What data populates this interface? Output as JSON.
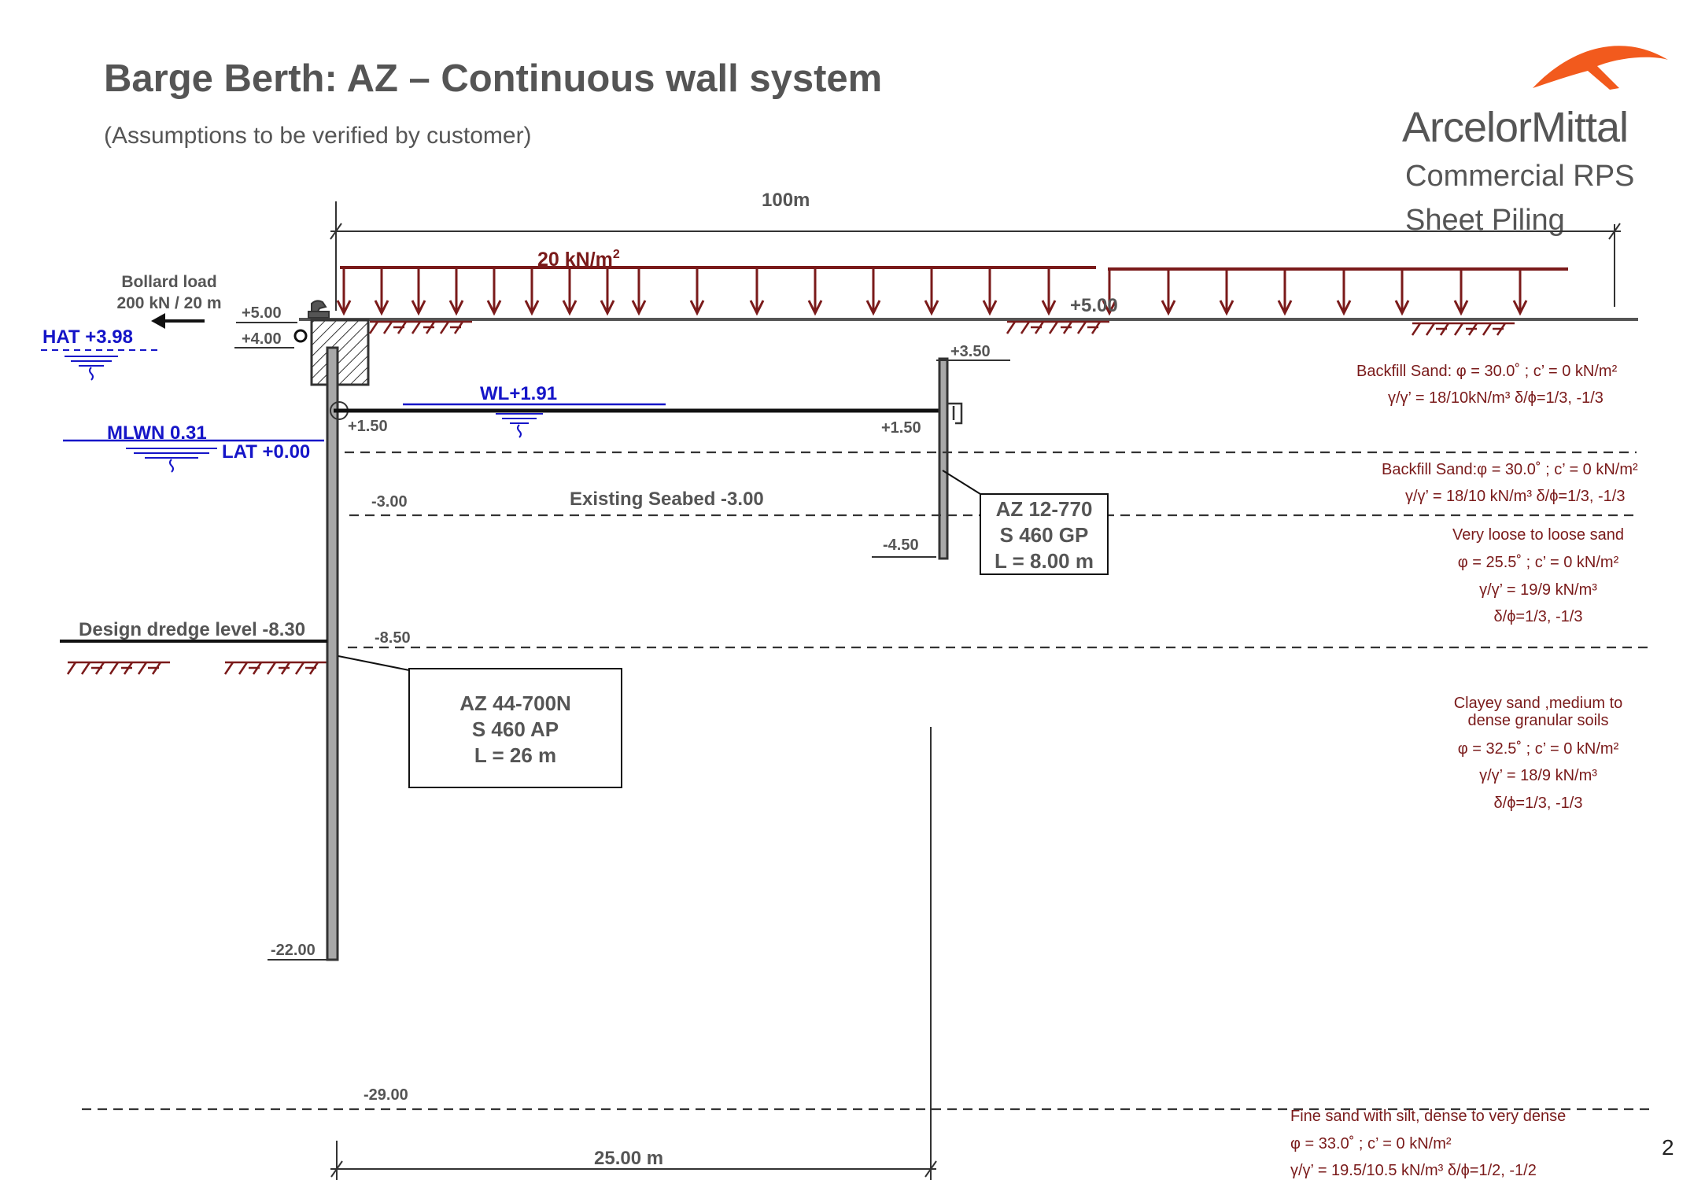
{
  "header": {
    "title": "Barge Berth: AZ – Continuous wall system",
    "subtitle": "(Assumptions to be verified by customer)",
    "brand": "ArcelorMittal",
    "dept_line1": "Commercial RPS",
    "dept_line2": "Sheet Piling"
  },
  "page_number": "2",
  "dims": {
    "top_span": "100m",
    "bottom_span": "25.00 m"
  },
  "surcharge": {
    "label": "20 kN/m",
    "sup": "2"
  },
  "bollard": {
    "line1": "Bollard load",
    "line2": "200 kN / 20 m"
  },
  "levels": {
    "lv_p500_left": "+5.00",
    "lv_p400": "+4.00",
    "lv_p500_right": "+5.00",
    "lv_p350": "+3.50",
    "lv_p150_left": "+1.50",
    "lv_p150_right": "+1.50",
    "lv_m300": "-3.00",
    "lv_m450": "-4.50",
    "lv_m850": "-8.50",
    "lv_m2200": "-22.00",
    "lv_m2900": "-29.00"
  },
  "water": {
    "hat": "HAT +3.98",
    "wl": "WL+1.91",
    "mlwn": "MLWN 0.31",
    "lat": "LAT +0.00"
  },
  "seabed_label": "Existing Seabed -3.00",
  "dredge_label": "Design dredge level -8.30",
  "main_pile": {
    "line1": "AZ 44-700N",
    "line2": "S 460 AP",
    "line3": "L = 26 m"
  },
  "anchor_pile": {
    "line1": "AZ 12-770",
    "line2": "S 460 GP",
    "line3": "L = 8.00 m"
  },
  "soils": {
    "s1": {
      "line1": "Backfill Sand:   φ = 30.0˚  ; c’ = 0 kN/m²",
      "line2": "γ/γ’ = 18/10kN/m³  δ/ϕ=1/3, -1/3"
    },
    "s2": {
      "line1": "Backfill Sand:φ = 30.0˚  ; c’ = 0 kN/m²",
      "line2": "γ/γ’ = 18/10 kN/m³  δ/ϕ=1/3, -1/3"
    },
    "s3": {
      "line1": "Very loose to loose sand",
      "line2": "φ = 25.5˚  ; c’ = 0 kN/m²",
      "line3": "γ/γ’ = 19/9 kN/m³",
      "line4": "δ/ϕ=1/3, -1/3"
    },
    "s4": {
      "line1": "Clayey sand ,medium to",
      "line2": "dense granular soils",
      "line3": "φ = 32.5˚  ; c’ = 0 kN/m²",
      "line4": "γ/γ’ = 18/9 kN/m³",
      "line5": "δ/ϕ=1/3, -1/3"
    },
    "s5": {
      "line1": "Fine sand  with silt, dense to very dense",
      "line2": "φ = 33.0˚  ; c’ = 0 kN/m²",
      "line3": "γ/γ’ = 19.5/10.5 kN/m³    δ/ϕ=1/2, -1/2"
    }
  },
  "colors": {
    "text_gray": "#555555",
    "water_blue": "#1515c8",
    "load_red": "#7a1a1a",
    "logo_orange": "#f25a1d"
  }
}
